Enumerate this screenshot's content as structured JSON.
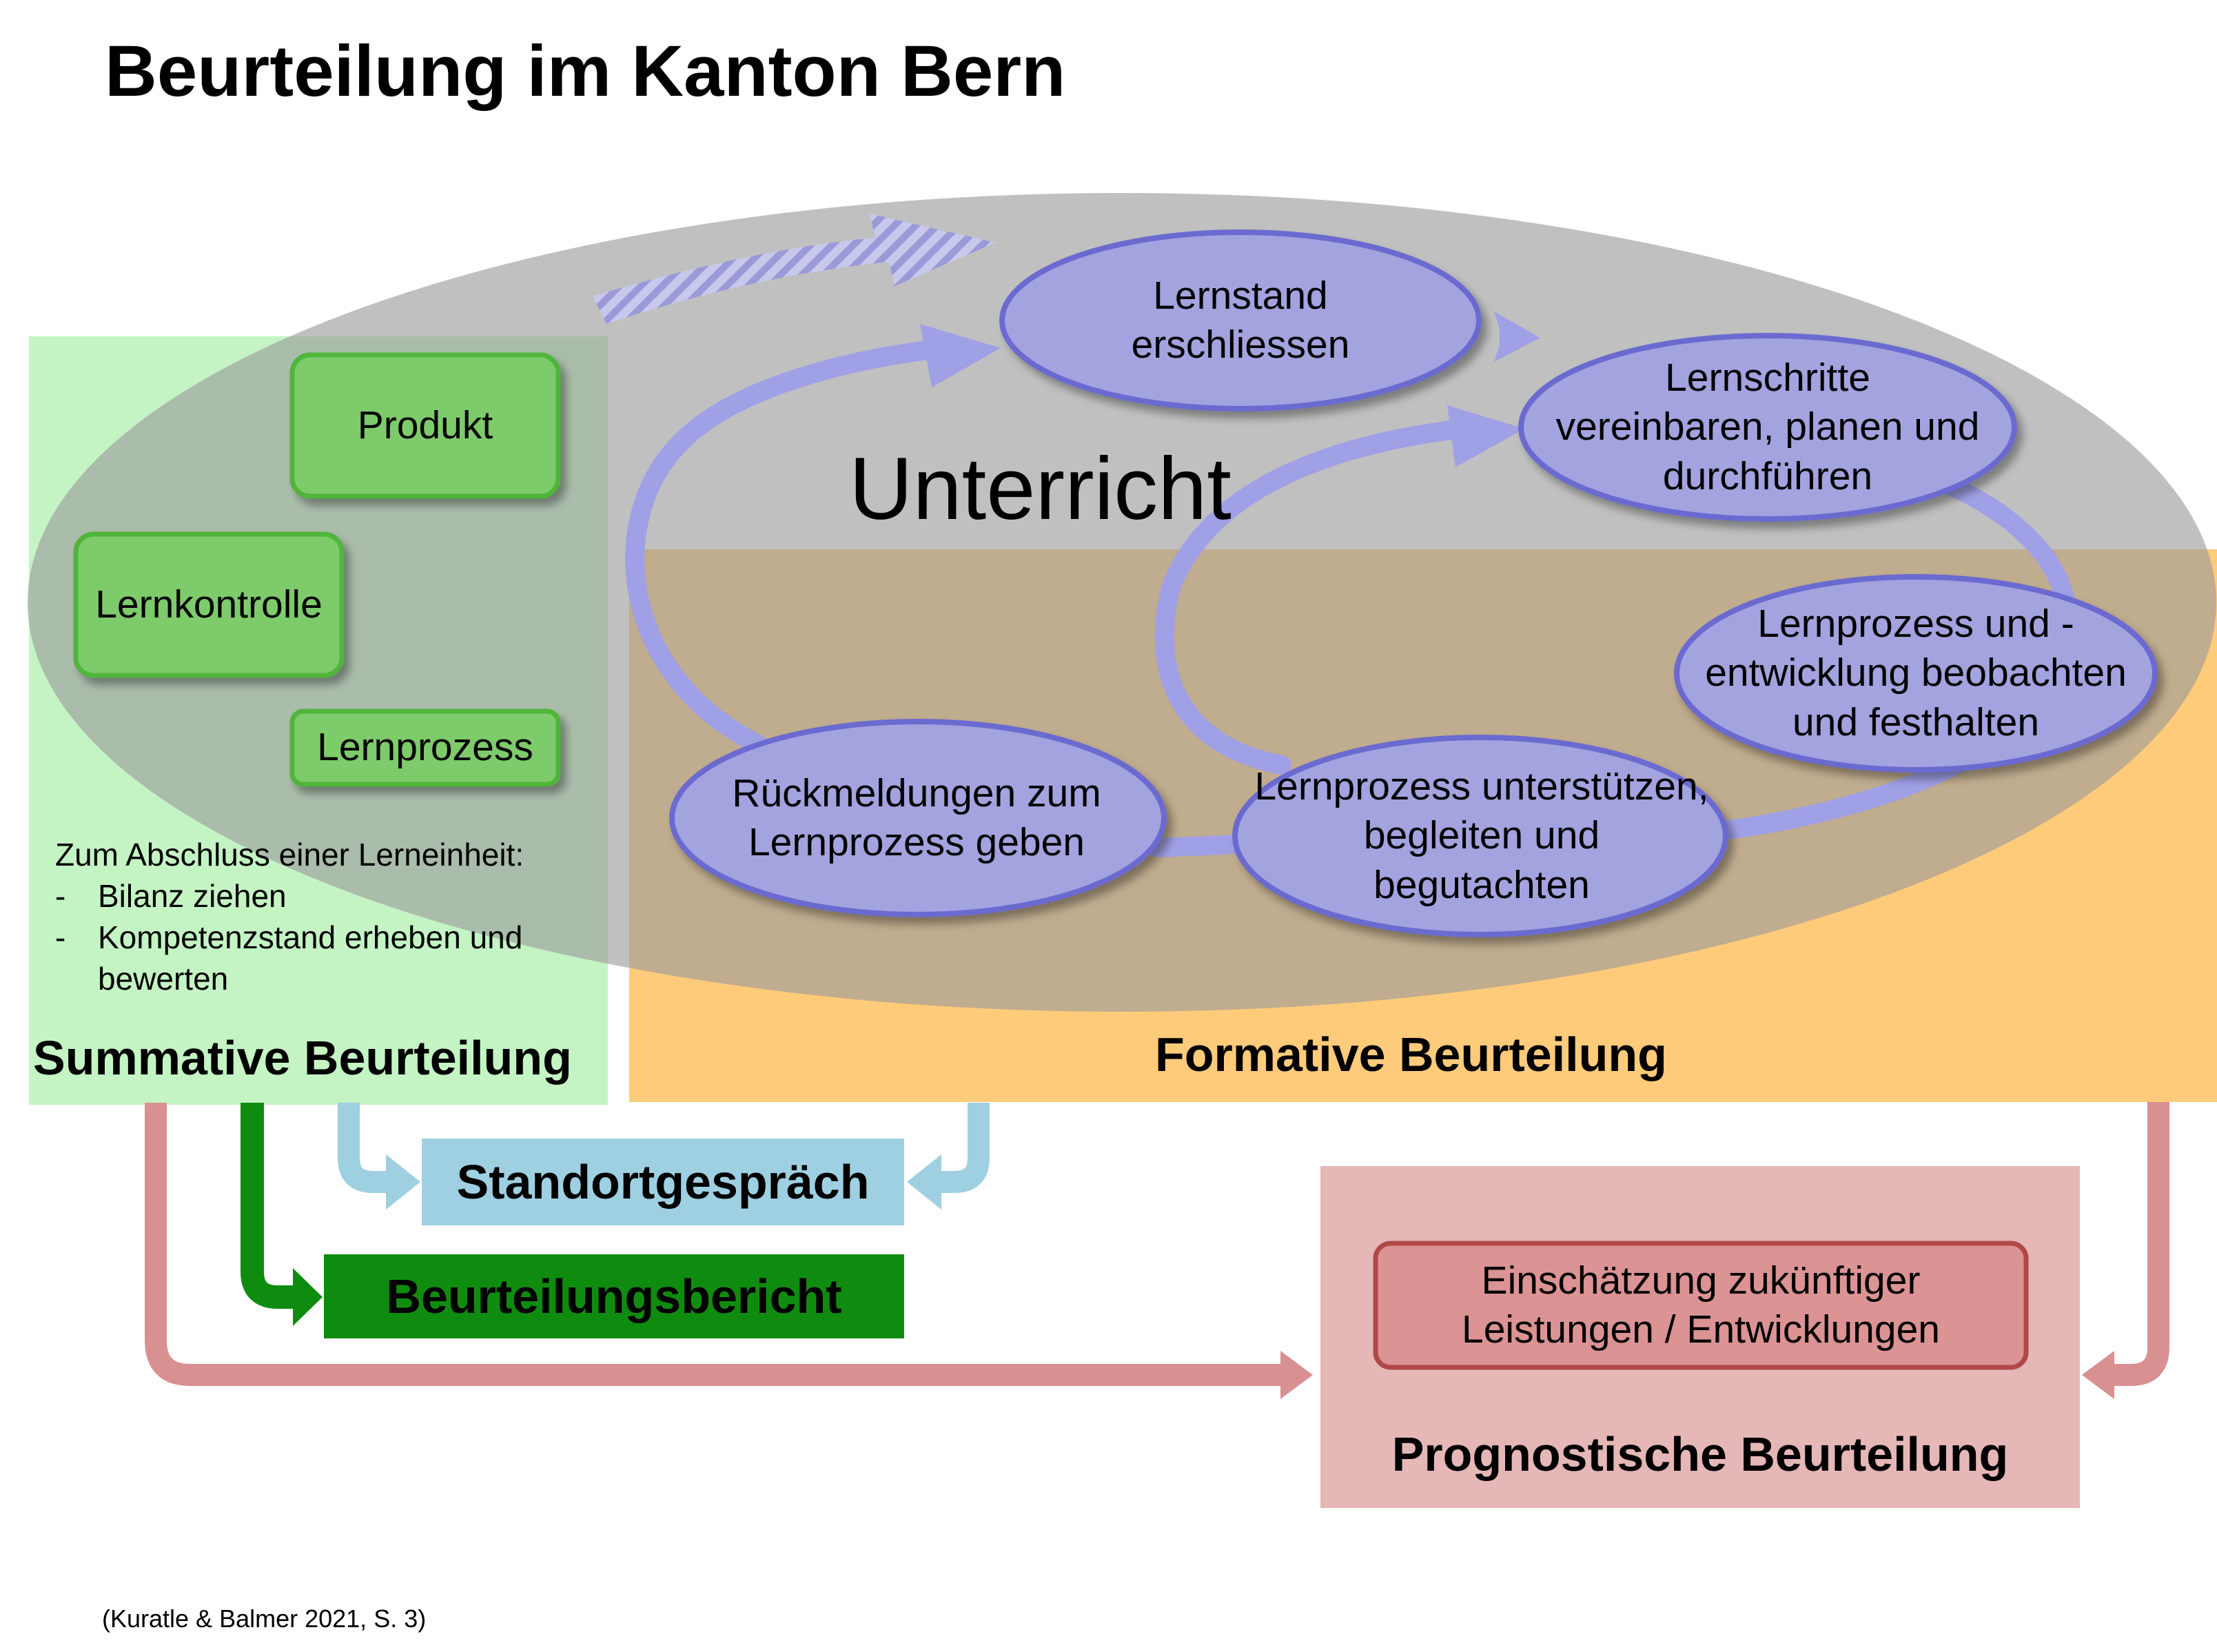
{
  "title": "Beurteilung im Kanton Bern",
  "summative": {
    "title": "Summative Beurteilung",
    "boxes": [
      "Produkt",
      "Lernkontrolle",
      "Lernprozess"
    ],
    "notes_heading": "Zum Abschluss einer Lerneinheit:",
    "notes": [
      "Bilanz ziehen",
      "Kompetenzstand erheben und bewerten"
    ]
  },
  "unterricht": "Unterricht",
  "formative": {
    "title": "Formative Beurteilung",
    "cycle": [
      "Lernstand erschliessen",
      "Lernschritte vereinbaren, planen und durchführen",
      "Lernprozess und -entwicklung beobachten und festhalten",
      "Lernprozess unterstützen, begleiten und begutachten",
      "Rückmeldungen zum Lernprozess geben"
    ]
  },
  "standortgespraech": "Standortgespräch",
  "beurteilungsbericht": "Beurteilungsbericht",
  "prognostic": {
    "inner": "Einschätzung zukünftiger Leistungen / Entwicklungen",
    "title": "Prognostische Beurteilung"
  },
  "source": "(Kuratle & Balmer 2021, S. 3)",
  "colors": {
    "ellipse": "#c0c0c0",
    "summative_panel": "#c4f4c4",
    "summative_box": "#7dcb6b",
    "formative_panel": "#fecb7b",
    "cycle_node": "#a3a3df",
    "cycle_stroke": "#6b6bd0",
    "standort": "#9ed0e2",
    "bericht": "#0f8c0f",
    "prognostic_panel": "#e5b7b7",
    "prognostic_inner": "#db9393",
    "pink_arrow": "#d99090"
  }
}
